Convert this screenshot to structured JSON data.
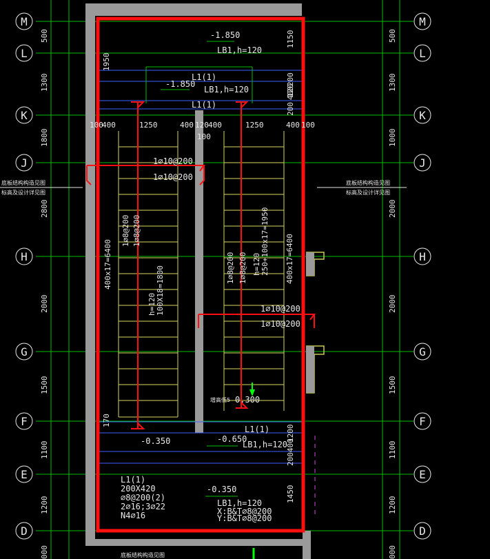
{
  "grid_labels": [
    "M",
    "L",
    "K",
    "J",
    "H",
    "G",
    "F",
    "E",
    "D"
  ],
  "dims_left": [
    "500",
    "1950",
    "1300",
    "1800",
    "2800",
    "2000",
    "1500",
    "1100",
    "1200",
    "000"
  ],
  "dims_right": [
    "500",
    "1300",
    "1000",
    "2000",
    "2000",
    "1500",
    "1100",
    "1200",
    "000"
  ],
  "right_inner_dims": [
    "1150",
    "400200",
    "200 120",
    "1200",
    "200400",
    "1450"
  ],
  "annotations": {
    "lev_top": "-1.850",
    "lb1_top": "LB1,h=120",
    "lev_2": "-1.850",
    "lb1_2": "LB1,h=120",
    "l1_a": "L1(1)",
    "l1_b": "L1(1)",
    "horiz_dims": [
      "100",
      "400",
      "1250",
      "400",
      "120",
      "400",
      "1250",
      "400",
      "100"
    ],
    "dim_100": "100",
    "stair_left_len": "400x17=6400",
    "stair_left_bars": "1⌀8@200",
    "stair_left_bars2": "1⌀8@200",
    "stair_left_h": "h=120",
    "stair_left_steps": "100X18=1800",
    "stair_right_bars": "1⌀8@200",
    "stair_right_bars2": "1⌀8@200",
    "stair_right_h": "h=120",
    "stair_right_steps": "250+100x17=1950",
    "stair_right_len": "400x17=6400",
    "rebar_1": "1⌀10@200",
    "rebar_2": "1⌀10@200",
    "rebar_3": "1⌀10@200",
    "rebar_4": "1⌀10@200",
    "lev_0300": "0.300",
    "lev_0350_left": "-0.350",
    "l1_c": "L1(1)",
    "lev_0650": "-0.650",
    "lb1_3": "LB1,h=120",
    "dim_170": "170",
    "beam_l1": "L1(1)",
    "beam_size": "200X420",
    "beam_stir": "⌀8@200(2)",
    "beam_top": "2⌀16;3⌀22",
    "beam_n": "N4⌀16",
    "lev_0350_b": "-0.350",
    "lb1_4": "LB1,h=120",
    "lb1_4_rebar": "X:B&T⌀8@200",
    "lb1_4_rebar2": "Y:B&T⌀8@200",
    "side_note_left_1": "底板结构构造见图",
    "side_note_left_2": "标高及设计详见图",
    "side_note_right_1": "底板结构构造见图",
    "side_note_right_2": "标高及设计详见图",
    "mid_label": "增高低5",
    "bottom_note": "底板结构构造见图"
  },
  "colors": {
    "grid_green": "#00c000",
    "outline_red": "#ff1010",
    "wall_gray": "#9a9a9a",
    "stair_yellow": "#d8d860",
    "text_white": "#e8e8e8",
    "dim_blue": "#4060ff",
    "magenta": "#e040e0"
  }
}
